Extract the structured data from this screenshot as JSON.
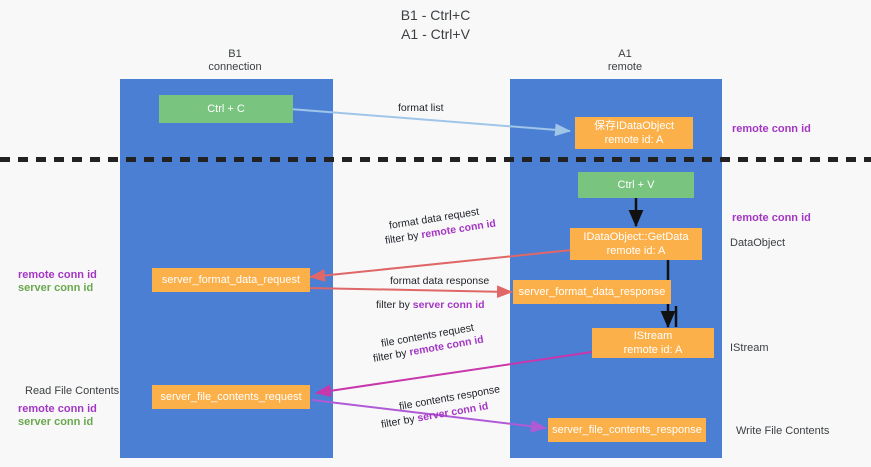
{
  "title": {
    "line1": "B1 - Ctrl+C",
    "line2": "A1 - Ctrl+V"
  },
  "columns": [
    {
      "name": "B1",
      "sub": "connection"
    },
    {
      "name": "A1",
      "sub": "remote"
    }
  ],
  "boxes": {
    "ctrl_c": "Ctrl + C",
    "ctrl_v": "Ctrl + V",
    "idataobject_title": "保存IDataObject",
    "idataobject_sub": "remote id: A",
    "getdata_title": "IDataObject::GetData",
    "getdata_sub": "remote id: A",
    "istream_title": "IStream",
    "istream_sub": "remote id: A",
    "server_format_data_request": "server_format_data_request",
    "server_format_data_response": "server_format_data_response",
    "server_file_contents_request": "server_file_contents_request",
    "server_file_contents_response": "server_file_contents_response"
  },
  "arrow_labels": {
    "format_list": "format list",
    "format_data_request": "format data request",
    "format_data_request_filter_prefix": "filter by ",
    "format_data_request_filter_key": "remote conn id",
    "format_data_response": "format data response",
    "format_data_response_filter_prefix": "filter by ",
    "format_data_response_filter_key": "server conn id",
    "file_contents_request": "file contents request",
    "file_contents_request_filter_prefix": "filter by ",
    "file_contents_request_filter_key": "remote conn id",
    "file_contents_response": "file contents response",
    "file_contents_response_filter_prefix": "filter by ",
    "file_contents_response_filter_key": "server conn id"
  },
  "side_labels": {
    "right_remote_conn_id_top": "remote conn id",
    "right_remote_conn_id_mid": "remote conn id",
    "right_dataobject": "DataObject",
    "right_istream": "IStream",
    "right_write_file_contents": "Write File Contents",
    "left_remote_conn_id_mid": "remote conn id",
    "left_server_conn_id_mid": "server conn id",
    "left_read_file_contents": "Read File Contents",
    "left_remote_conn_id_bottom": "remote conn id",
    "left_server_conn_id_bottom": "server conn id"
  },
  "colors": {
    "lane": "#4a7fd4",
    "green_box": "#79c47f",
    "orange_box": "#fcb04a",
    "purple_text": "#a436c4",
    "green_text": "#6aa84f",
    "arrow_blue": "#9fc5e8",
    "arrow_red": "#e06767",
    "arrow_black": "#111111",
    "arrow_magenta": "#c837ab",
    "arrow_purple": "#b05ad6"
  }
}
